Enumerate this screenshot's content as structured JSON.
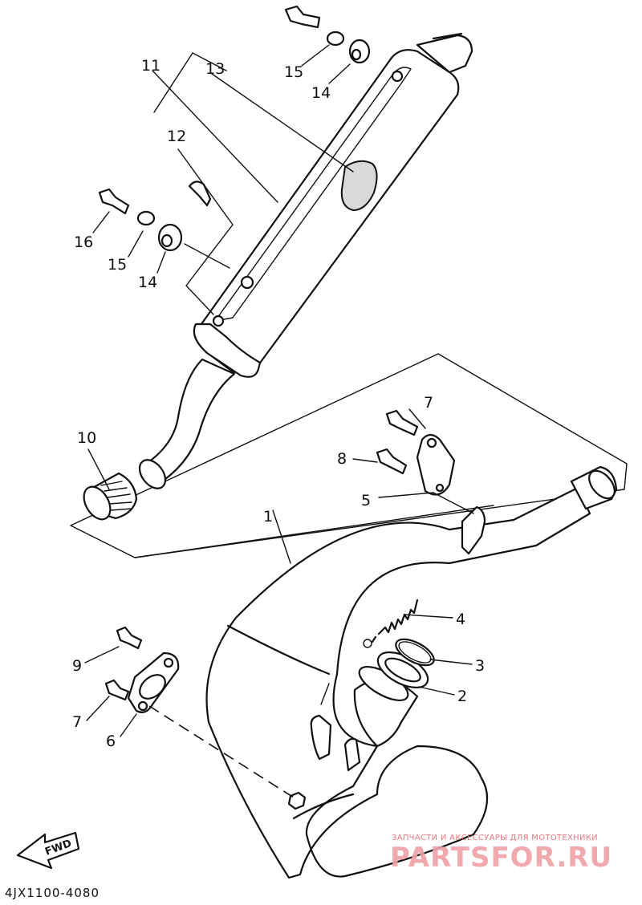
{
  "callouts": [
    "1",
    "2",
    "3",
    "4",
    "5",
    "6",
    "7",
    "7",
    "8",
    "9",
    "10",
    "11",
    "12",
    "13",
    "14",
    "14",
    "15",
    "15",
    "16"
  ],
  "fwd_label": "FWD",
  "diagram_code": "4JX1100-4080",
  "watermark": {
    "line1": "ЗАПЧАСТИ И АКСЕССУАРЫ ДЛЯ МОТОТЕХНИКИ",
    "line2": "PARTSFOR.RU"
  },
  "colors": {
    "ink": "#111111",
    "watermark": "#e46a72"
  }
}
